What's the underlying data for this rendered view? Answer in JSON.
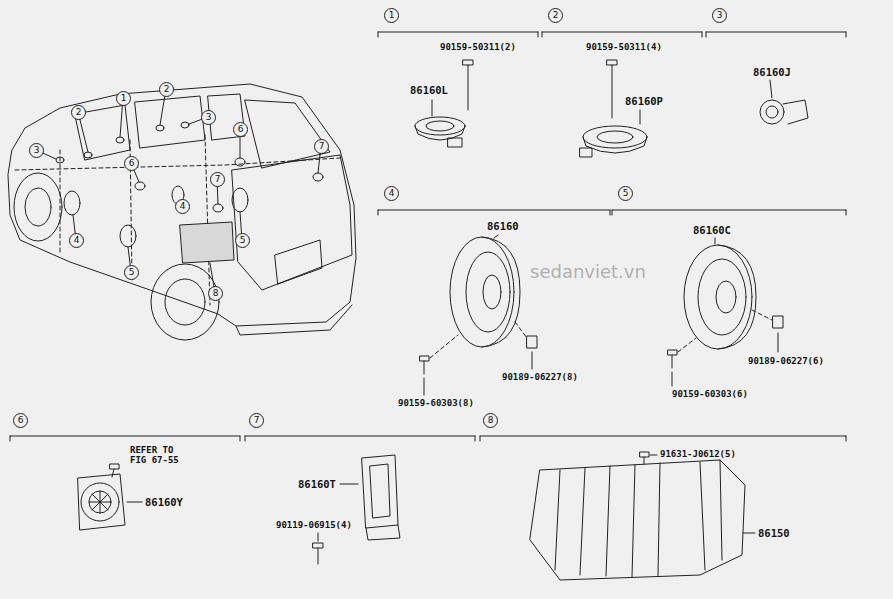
{
  "diagram": {
    "nodes": [
      {
        "text": [
          "2"
        ]
      },
      {
        "text": [
          "1"
        ]
      },
      {
        "text": [
          "2"
        ]
      },
      {
        "text": [
          "3"
        ]
      },
      {
        "text": [
          "3"
        ]
      },
      {
        "text": [
          "6"
        ]
      },
      {
        "text": [
          "7"
        ]
      },
      {
        "text": [
          "6"
        ]
      },
      {
        "text": [
          "4"
        ]
      },
      {
        "text": [
          "7"
        ]
      },
      {
        "text": [
          "5"
        ]
      },
      {
        "text": [
          "4"
        ]
      },
      {
        "text": [
          "5"
        ]
      },
      {
        "text": [
          "8"
        ]
      },
      {
        "text": [
          "1"
        ]
      },
      {
        "text": [
          "2"
        ]
      },
      {
        "text": [
          "3"
        ]
      },
      {
        "text": [
          "4"
        ]
      },
      {
        "text": [
          "5"
        ]
      },
      {
        "text": [
          "6"
        ]
      },
      {
        "text": [
          "7"
        ]
      },
      {
        "text": [
          "8"
        ]
      }
    ],
    "labels": [
      "90159-50311(2)",
      "86160L",
      "90159-50311(4)",
      "86160P",
      "86160J",
      "86160",
      "90159-60303(8)",
      "90189-06227(8)",
      "86160C",
      "90189-06227(6)",
      "90159-60303(6)",
      "REFER TO FIG 67-55",
      "86160Y",
      "86160T",
      "90119-06915(4)",
      "91631-J0612(5)",
      "86150",
      "sedanviet.vn"
    ]
  }
}
